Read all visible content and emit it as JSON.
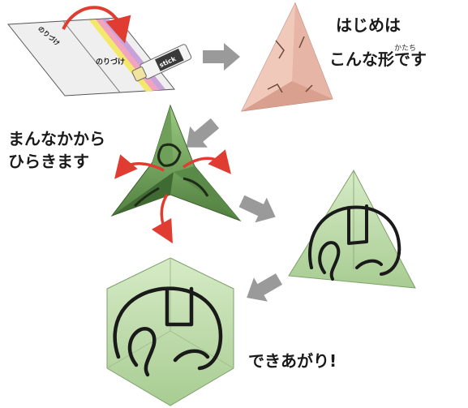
{
  "labels": {
    "start_line1": "はじめは",
    "start_line2": "こんな形です",
    "start_ruby": "かたち",
    "open_line1": "まんなかから",
    "open_line2": "ひらきます",
    "done": "できあがり!"
  },
  "step1": {
    "glue_label_a": "のりづけ",
    "glue_label_b": "のりづけ",
    "stick_label": "stick"
  },
  "colors": {
    "arrow_gray": "#9a9a9a",
    "arrow_red": "#e03c31",
    "paper_pink": "#e9b8a8",
    "paper_green": "#b9d6a6",
    "stripe_yellow": "#f3e86a",
    "stripe_pink": "#f2a3bd",
    "stripe_purple": "#c8a2d8"
  },
  "icons": [
    "gray-step-arrow",
    "red-curve-arrow",
    "glue-stick-icon",
    "elephant-drawing"
  ]
}
